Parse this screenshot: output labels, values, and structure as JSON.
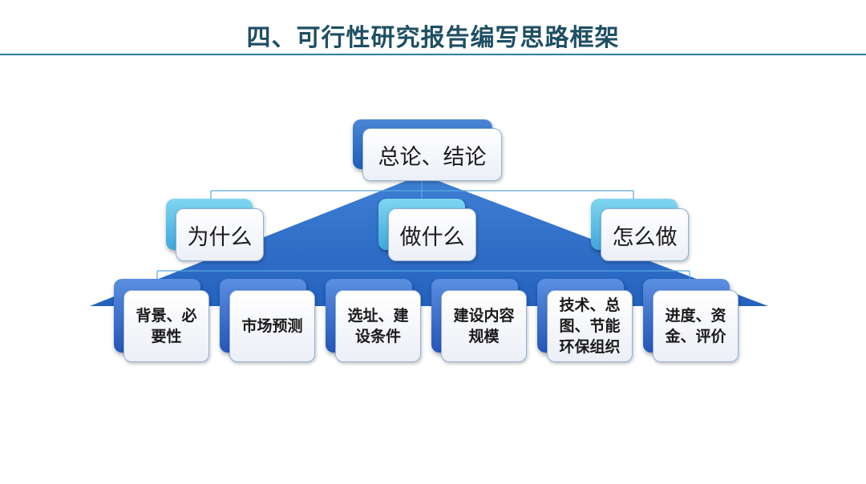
{
  "title": "四、可行性研究报告编写思路框架",
  "colors": {
    "title": "#1f4f63",
    "pyramid": "#2a6fc9",
    "connector": "#5aa9e0",
    "root_back": "#2a6fc9",
    "mid_back": "#4db3e4",
    "leaf_back": "#2f64c4"
  },
  "diagram": {
    "root": "总论、结论",
    "mid": [
      "为什么",
      "做什么",
      "怎么做"
    ],
    "leaves": [
      "背景、必要性",
      "市场预测",
      "选址、建设条件",
      "建设内容规模",
      "技术、总图、节能环保组织",
      "进度、资金、评价"
    ]
  }
}
